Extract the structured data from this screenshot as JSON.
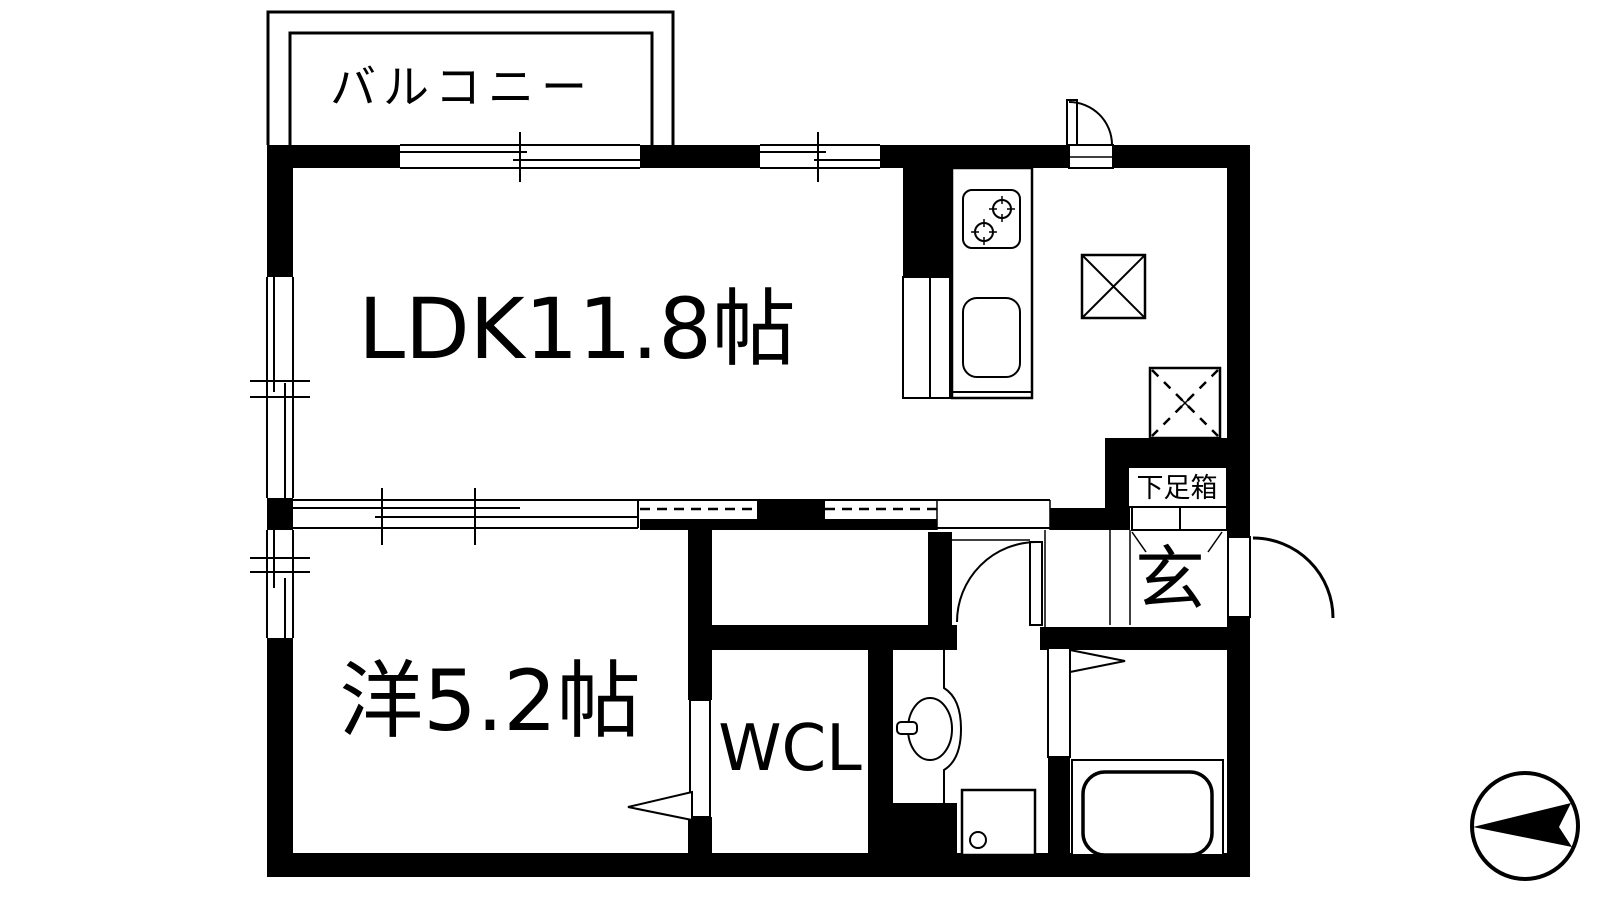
{
  "floor_plan": {
    "type": "japanese-apartment-madori",
    "rooms": [
      {
        "id": "balcony",
        "label": "バルコニー"
      },
      {
        "id": "ldk",
        "label": "LDK11.8帖",
        "area_jo": "11.8"
      },
      {
        "id": "bedroom",
        "label": "洋5.2帖",
        "area_jo": "5.2"
      },
      {
        "id": "wcl",
        "label": "WCL"
      },
      {
        "id": "shoe_box",
        "label": "下足箱"
      },
      {
        "id": "entrance",
        "label": "玄"
      }
    ],
    "fixtures": [
      "stove-2-burner",
      "kitchen-sink",
      "refrigerator-space-x",
      "equipment-space-dashed-x",
      "vanity-basin",
      "washing-machine-pan",
      "bathtub",
      "shoe-cabinet"
    ],
    "compass": {
      "direction": "left",
      "shape": "circle-with-arrow"
    },
    "colors": {
      "wall": "#000000",
      "background": "#ffffff",
      "line": "#000000"
    }
  }
}
